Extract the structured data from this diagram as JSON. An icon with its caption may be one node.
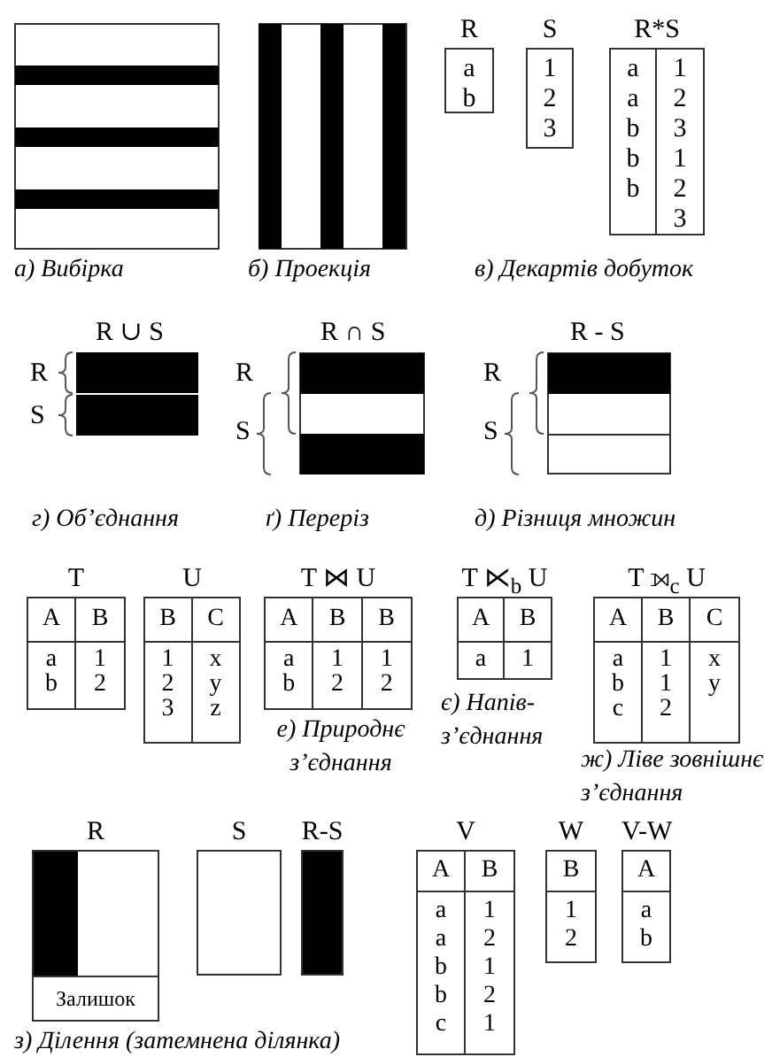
{
  "diagram": {
    "nodes": [
      {
        "text": [
          "R",
          "a b"
        ]
      },
      {
        "text": [
          "S",
          "1 2 3"
        ]
      },
      {
        "text": [
          "R*S",
          "a a b b b",
          "1 2 3 1 2 3"
        ]
      },
      {
        "text": [
          "T",
          "A",
          "B",
          "a b",
          "1 2"
        ]
      },
      {
        "text": [
          "U",
          "B",
          "C",
          "1 2 3",
          "x y z"
        ]
      },
      {
        "text": [
          "T ⋈ U",
          "A",
          "B",
          "B",
          "a b",
          "1 2",
          "1 2"
        ]
      },
      {
        "text": [
          "T ⋉$_{b}$ U",
          "A",
          "B",
          "a",
          "1"
        ]
      },
      {
        "text": [
          "T ⟕$_{c}$ U",
          "A",
          "B",
          "C",
          "a b c",
          "1 1 2",
          "x y"
        ]
      },
      {
        "text": [
          "R",
          "Залишок"
        ]
      },
      {
        "text": [
          "S"
        ]
      },
      {
        "text": [
          "R-S"
        ]
      },
      {
        "text": [
          "V",
          "A",
          "B",
          "a a b b c",
          "1 2 1 2 1"
        ]
      },
      {
        "text": [
          "W",
          "B",
          "1 2"
        ]
      },
      {
        "text": [
          "V-W",
          "A",
          "a b"
        ]
      }
    ],
    "labels": [
      "а) Вибірка",
      "б) Проекція",
      "в) Декартів добуток",
      "R ∪ S",
      "R ∩ S",
      "R - S",
      "R",
      "S",
      "R",
      "S",
      "R",
      "S",
      "г) Об’єднання",
      "ґ) Переріз",
      "д) Різниця множин",
      "е) Природнє з’єднання",
      "є) Напів- з’єднання",
      "ж) Ліве зовнішнє з’єднання",
      "з) Ділення (затемнена ділянка)"
    ]
  }
}
